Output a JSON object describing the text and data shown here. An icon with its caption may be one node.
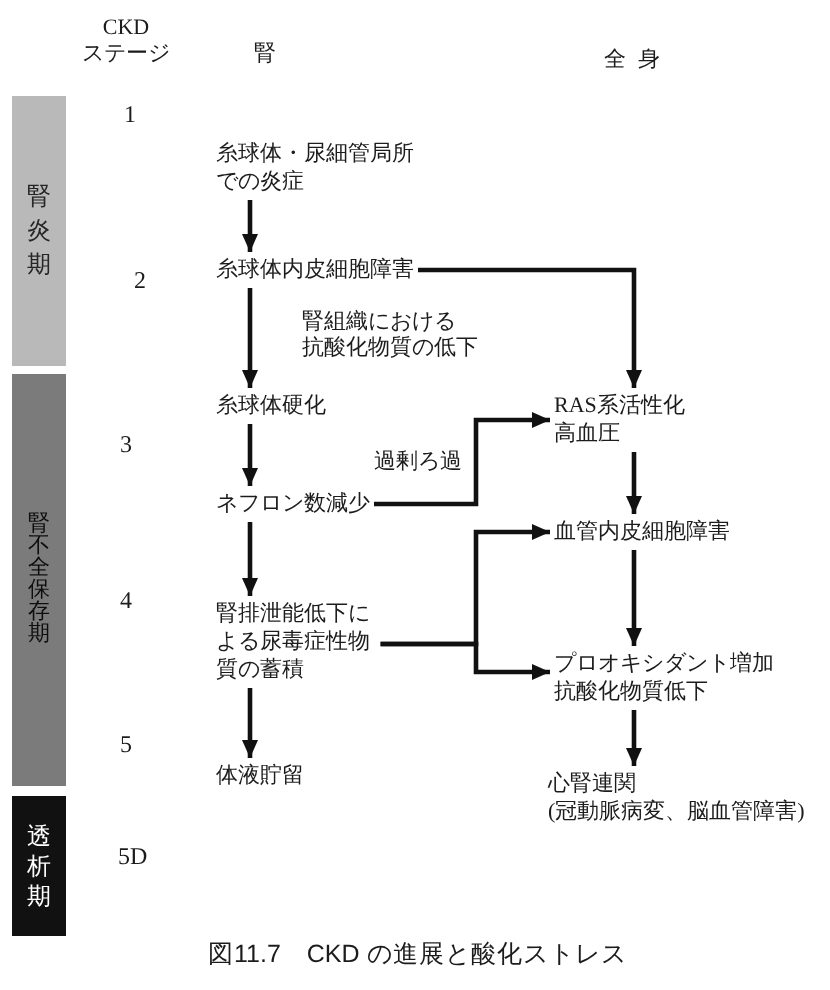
{
  "diagram": {
    "caption": "図11.7　CKD の進展と酸化ストレス",
    "nodes": [
      {
        "text": [
          "腎炎期"
        ]
      },
      {
        "text": [
          "腎不全保存期"
        ]
      },
      {
        "text": [
          "透析期"
        ]
      },
      {
        "text": [
          "糸球体・尿細管局所での炎症"
        ]
      },
      {
        "text": [
          "糸球体内皮細胞障害"
        ]
      },
      {
        "text": [
          "糸球体硬化"
        ]
      },
      {
        "text": [
          "RAS系活性化",
          "高血圧"
        ]
      },
      {
        "text": [
          "ネフロン数減少"
        ]
      },
      {
        "text": [
          "血管内皮細胞障害"
        ]
      },
      {
        "text": [
          "腎排泄能低下による尿毒症性物質の蓄積"
        ]
      },
      {
        "text": [
          "プロオキシダント増加",
          "抗酸化物質低下"
        ]
      },
      {
        "text": [
          "体液貯留"
        ]
      },
      {
        "text": [
          "心腎連関",
          "(冠動脈病変、脳血管障害)"
        ]
      }
    ],
    "edges": [
      {
        "from": 3,
        "to": 4,
        "arrow": "to"
      },
      {
        "from": 4,
        "to": 5,
        "arrow": "to",
        "label": "腎組織における抗酸化物質の低下"
      },
      {
        "from": 4,
        "to": 6,
        "arrow": "to"
      },
      {
        "from": 5,
        "to": 7,
        "arrow": "to"
      },
      {
        "from": 7,
        "to": 6,
        "arrow": "to",
        "label": "過剰ろ過"
      },
      {
        "from": 7,
        "to": 9,
        "arrow": "to"
      },
      {
        "from": 6,
        "to": 8,
        "arrow": "to"
      },
      {
        "from": 9,
        "to": 8,
        "arrow": "to"
      },
      {
        "from": 9,
        "to": 10,
        "arrow": "to"
      },
      {
        "from": 8,
        "to": 10,
        "arrow": "to"
      },
      {
        "from": 9,
        "to": 11,
        "arrow": "to"
      },
      {
        "from": 10,
        "to": 12,
        "arrow": "to"
      }
    ],
    "labels": [
      "CKD ステージ",
      "腎",
      "全身",
      "1",
      "2",
      "3",
      "4",
      "5",
      "5D"
    ]
  }
}
